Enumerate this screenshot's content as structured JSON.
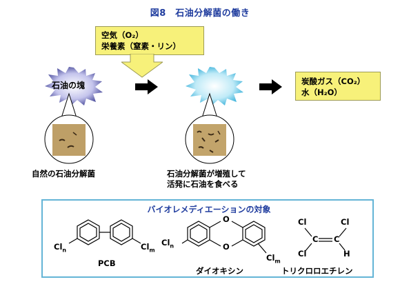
{
  "title": "図8　石油分解菌の働き",
  "input_box": {
    "line1": "空気（O₂）",
    "line2": "栄養素（窒素・リン）"
  },
  "oil_lump_label": "石油の塊",
  "output_box": {
    "line1": "炭酸ガス（CO₂）",
    "line2": "水（H₂O）"
  },
  "caption_left": "自然の石油分解菌",
  "caption_right_line1": "石油分解菌が増殖して",
  "caption_right_line2": "活発に石油を食べる",
  "panel_title": "バイオレメディエーションの対象",
  "pcb": {
    "name": "PCB",
    "cl_n": "Cln",
    "cl_m": "Clm"
  },
  "dioxin": {
    "name": "ダイオキシン",
    "o_top": "O",
    "o_bottom": "O",
    "cl_n": "Cln",
    "cl_m": "Clm"
  },
  "tce": {
    "name": "トリクロロエチレン",
    "cl1": "Cl",
    "cl2": "Cl",
    "cl3": "Cl",
    "c1": "C",
    "c2": "C",
    "h": "H"
  },
  "colors": {
    "accent": "#1f3c9e",
    "panel_border": "#63b4d6",
    "note_yellow": "#f7f17a"
  }
}
